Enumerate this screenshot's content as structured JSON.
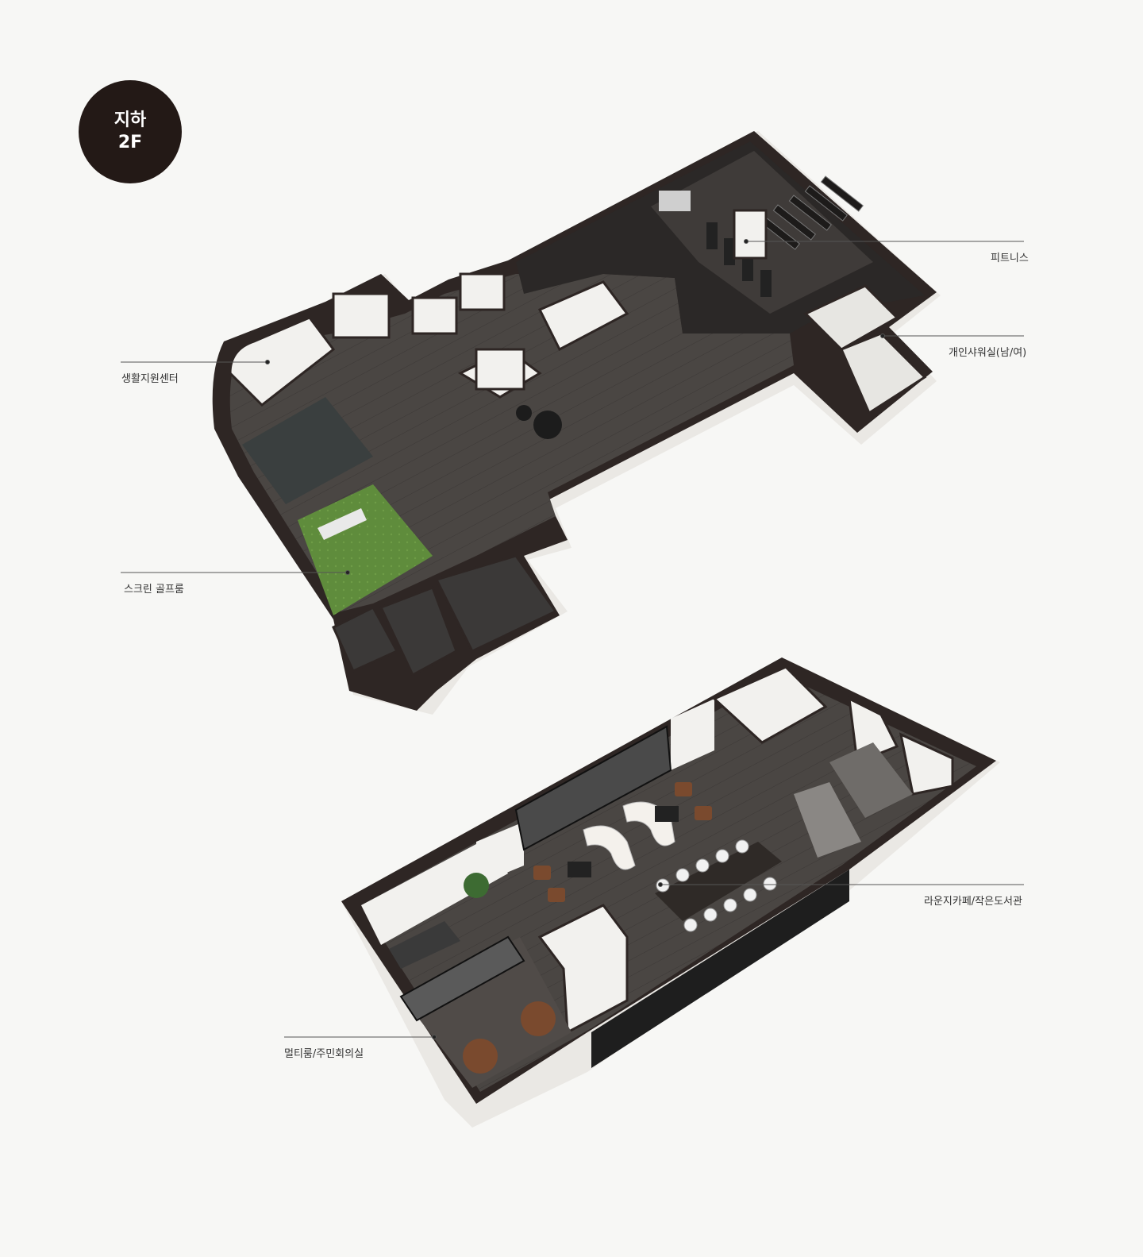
{
  "badge": {
    "line1": "지하",
    "line2": "2F"
  },
  "labels": {
    "fitness": "피트니스",
    "shower": "개인샤워실(남/여)",
    "support_center": "생활지원센터",
    "screen_golf": "스크린 골프룸",
    "lounge": "라운지카페/작은도서관",
    "multiroom": "멀티룸/주민회의실"
  },
  "colors": {
    "background": "#f7f7f5",
    "wall_dark": "#2e2624",
    "floor_dark": "#3d3a38",
    "floor_mid": "#575350",
    "wall_white": "#f2f1ee",
    "golf_green": "#5e8a3a",
    "wood": "#7a4a2e",
    "leader_line": "#555555"
  }
}
